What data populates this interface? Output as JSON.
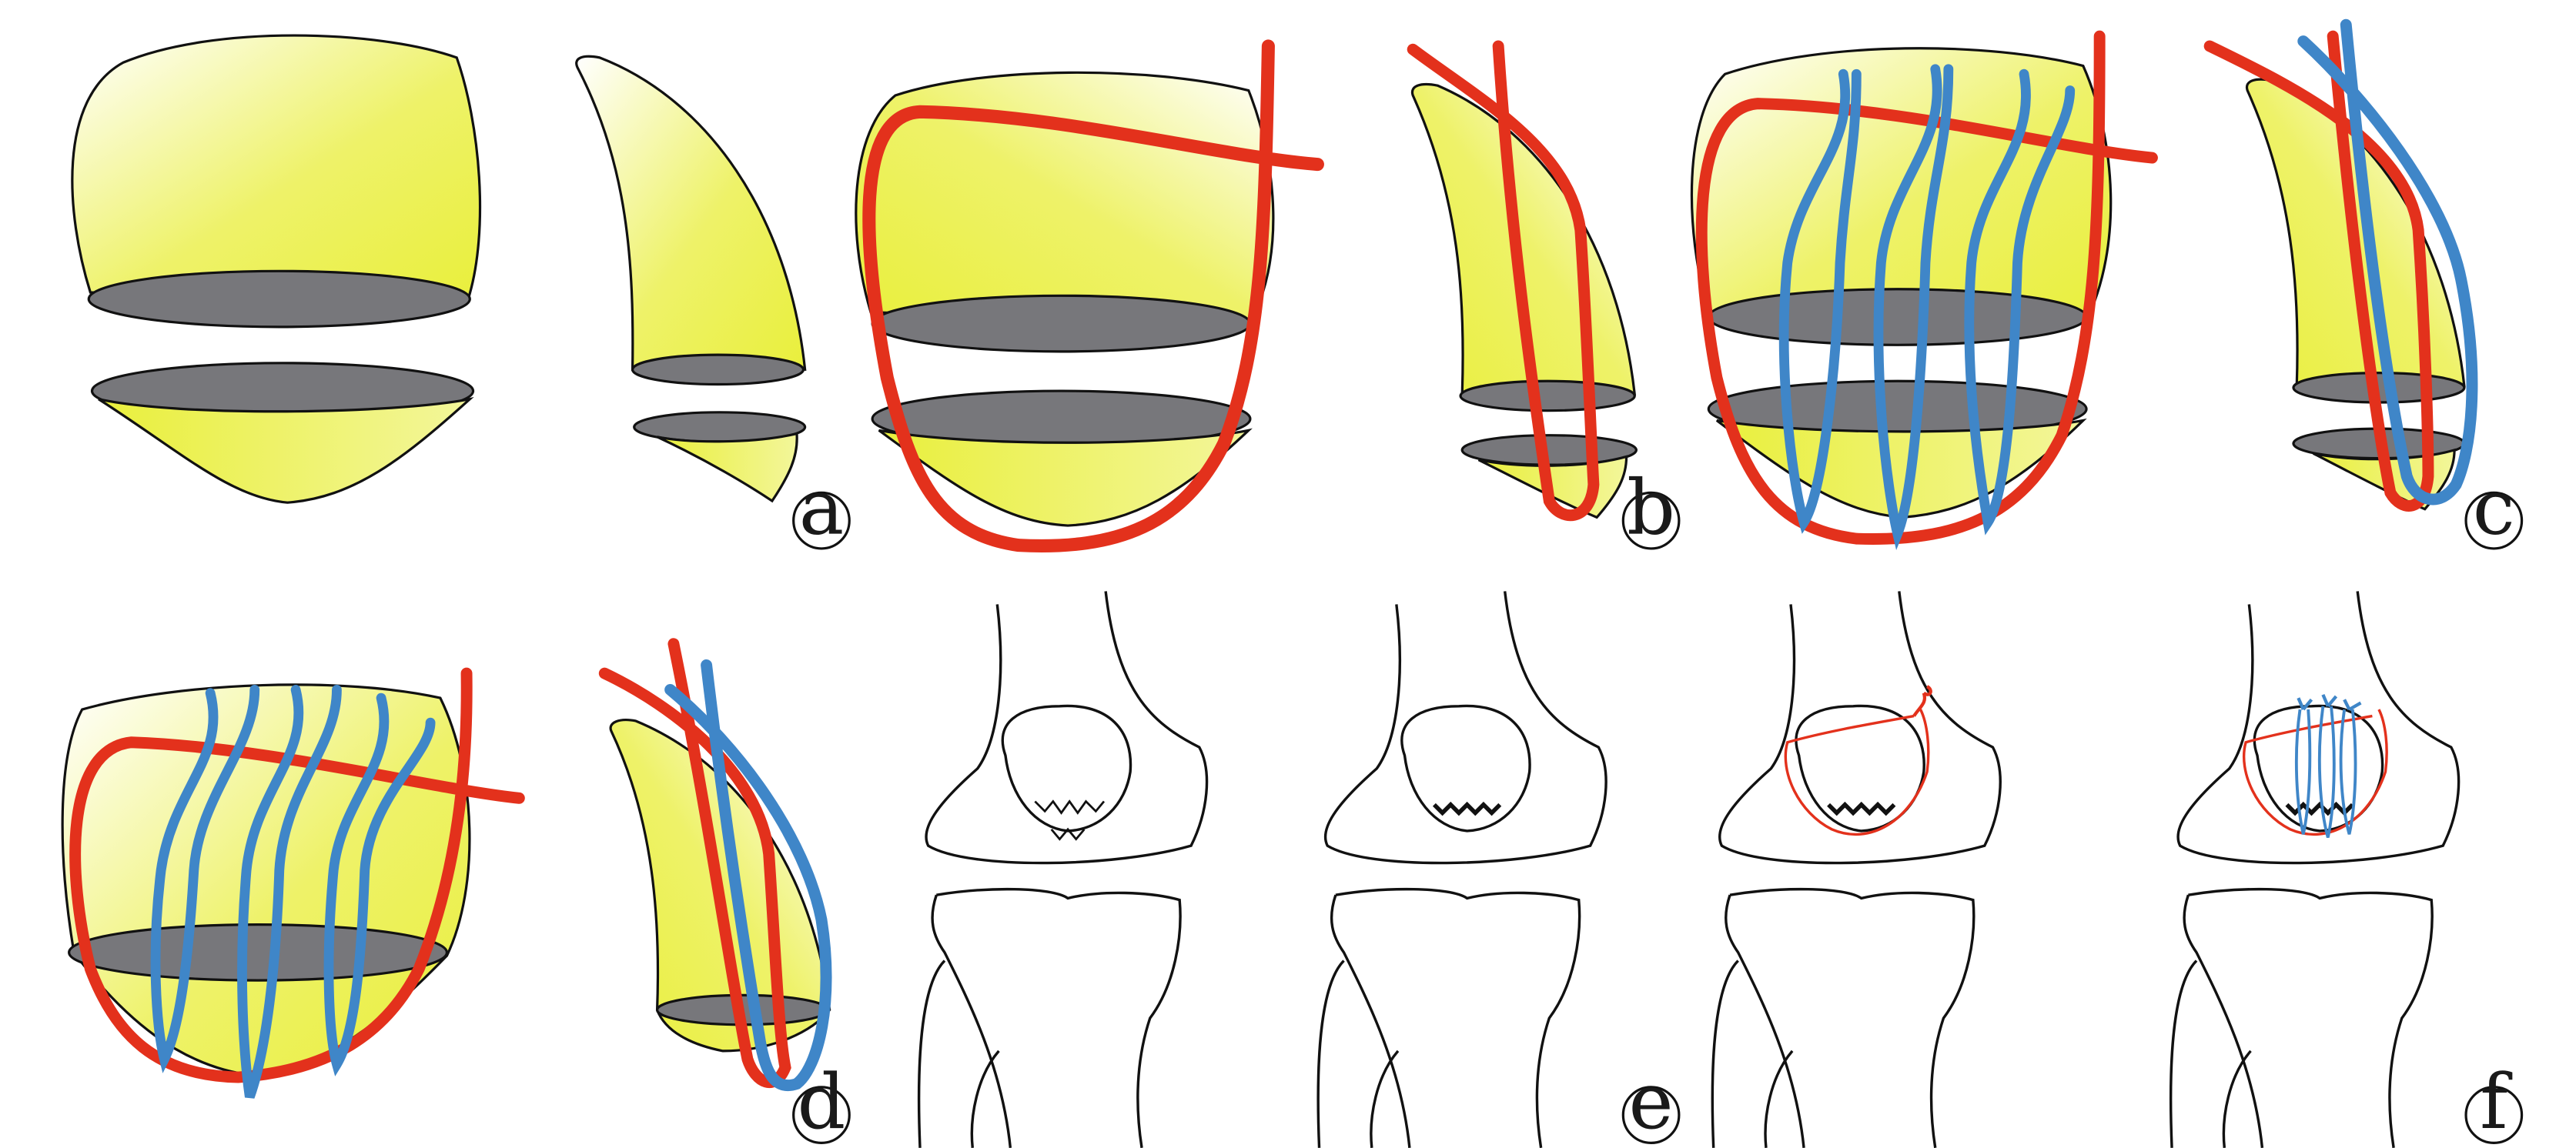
{
  "figure": {
    "labels": [
      "a",
      "b",
      "c",
      "d",
      "e",
      "f"
    ]
  },
  "colors": {
    "fragment_fill": "#e9ef3c",
    "fragment_highlight": "#ffffff",
    "fracture_surface": "#77777b",
    "outline": "#111111",
    "suture_red": "#e3311c",
    "suture_blue": "#3f86c8",
    "background": "#ffffff"
  }
}
